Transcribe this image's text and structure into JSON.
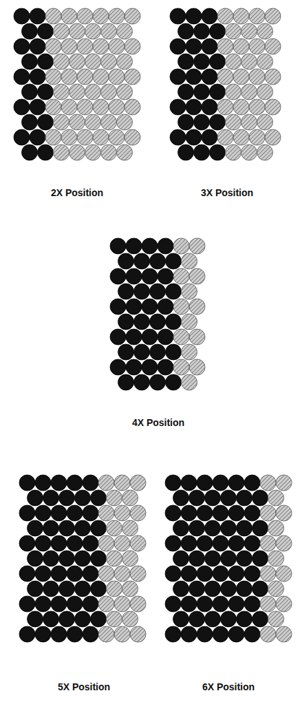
{
  "diagram": {
    "labels": [
      "2X Position",
      "3X Position",
      "4X Position",
      "5X Position",
      "6X Position"
    ]
  }
}
